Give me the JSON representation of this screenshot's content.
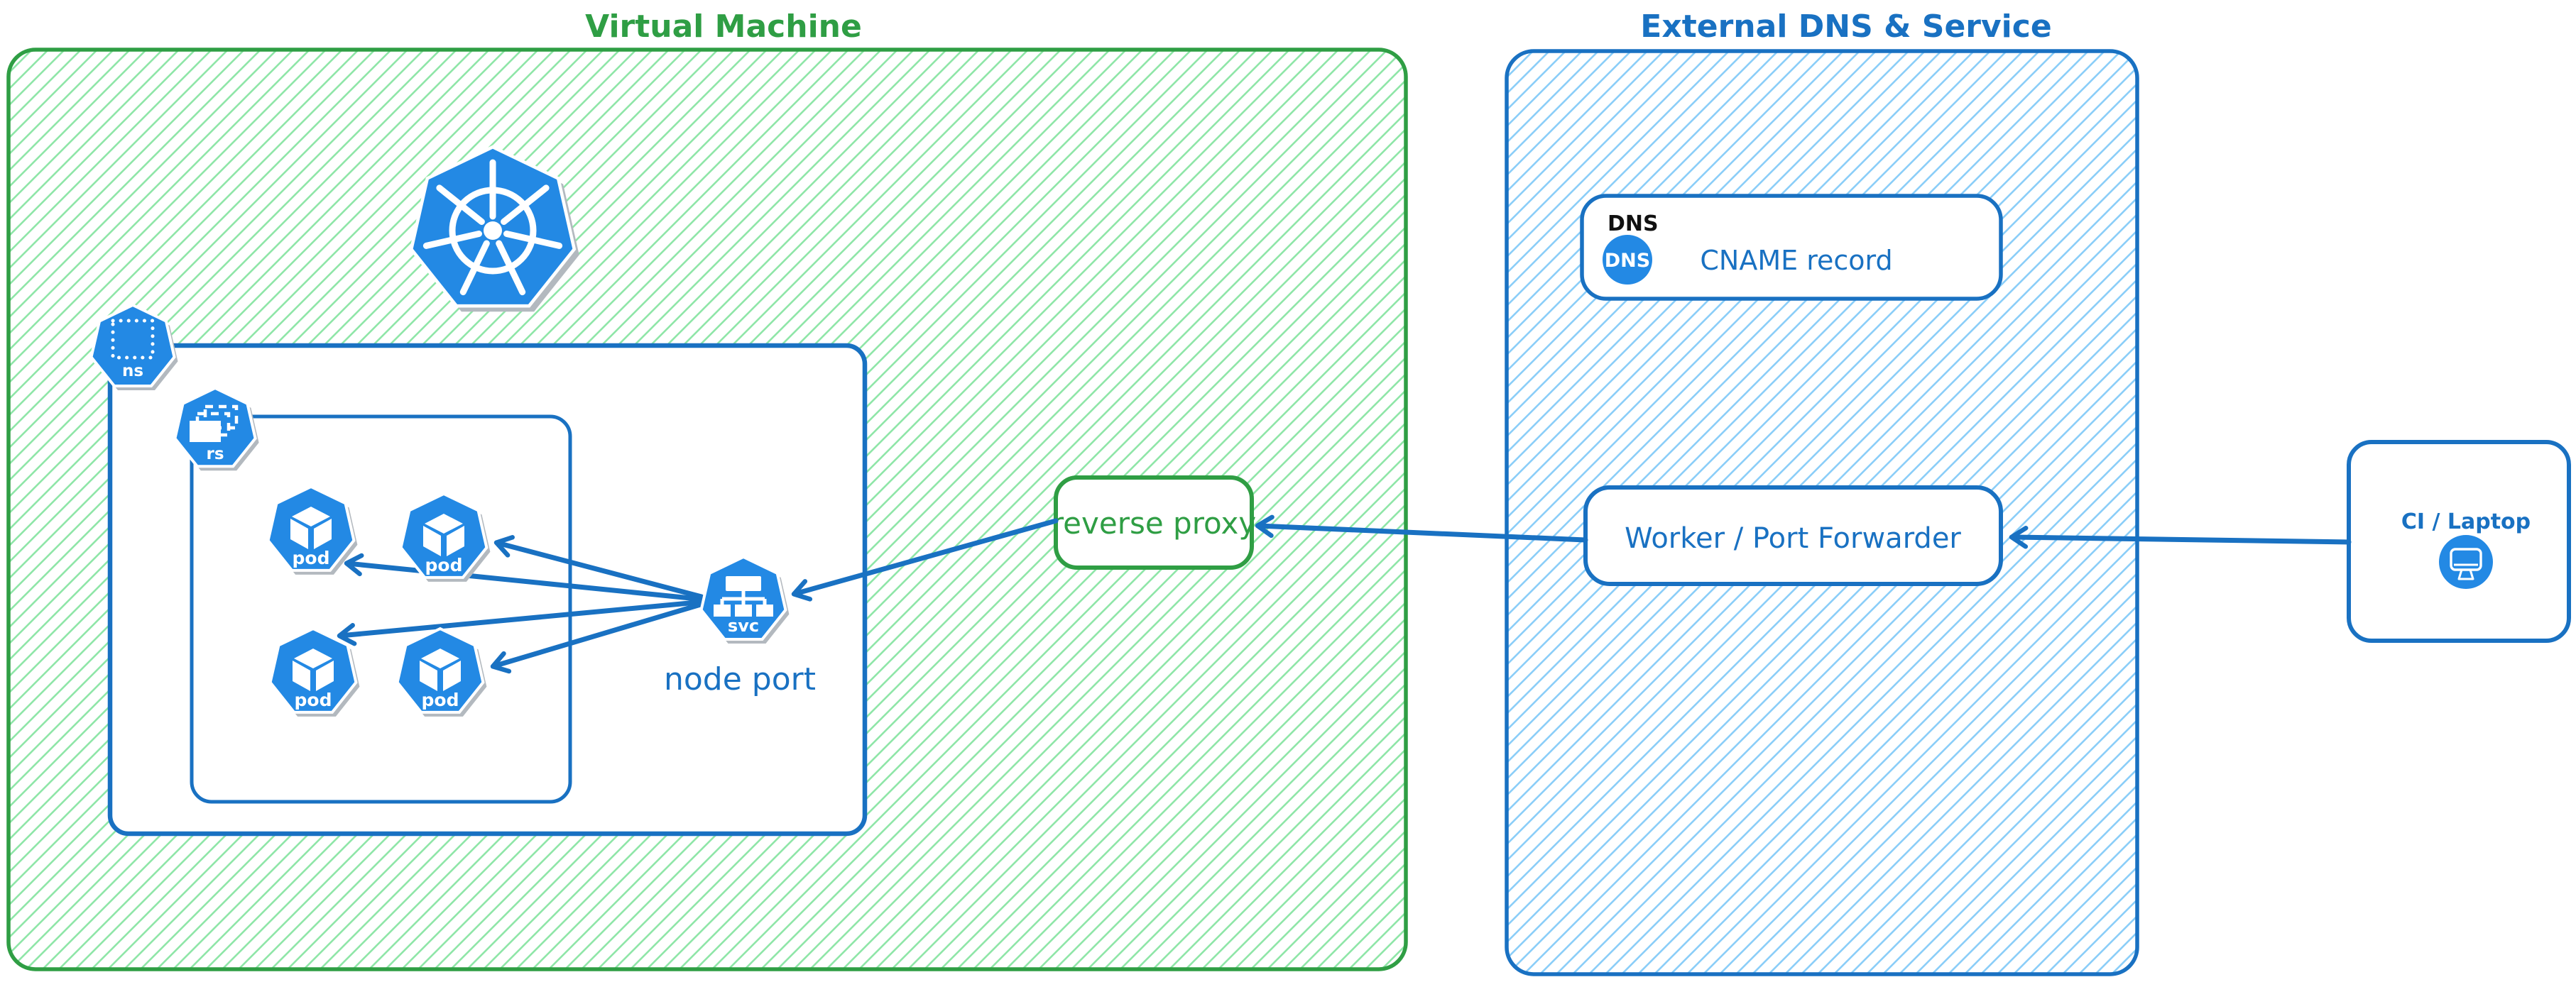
{
  "vm": {
    "title": "Virtual Machine",
    "reverse_proxy_label": "reverse proxy",
    "node_port_label": "node port"
  },
  "kubernetes": {
    "namespace_abbr": "ns",
    "replicaset_abbr": "rs",
    "pod_abbr": "pod",
    "service_abbr": "svc"
  },
  "external": {
    "title": "External DNS & Service",
    "dns_title": "DNS",
    "dns_badge": "DNS",
    "cname_label": "CNAME record",
    "worker_label": "Worker / Port Forwarder"
  },
  "client": {
    "label": "CI / Laptop"
  },
  "colors": {
    "green_stroke": "#2f9e44",
    "green_hatch": "#8fe6a8",
    "blue_stroke": "#1971c2",
    "blue_hatch": "#8bcef8",
    "icon_blue": "#2389e4",
    "icon_shadow": "#b3b9bf",
    "text_black": "#111111",
    "background": "#ffffff"
  }
}
